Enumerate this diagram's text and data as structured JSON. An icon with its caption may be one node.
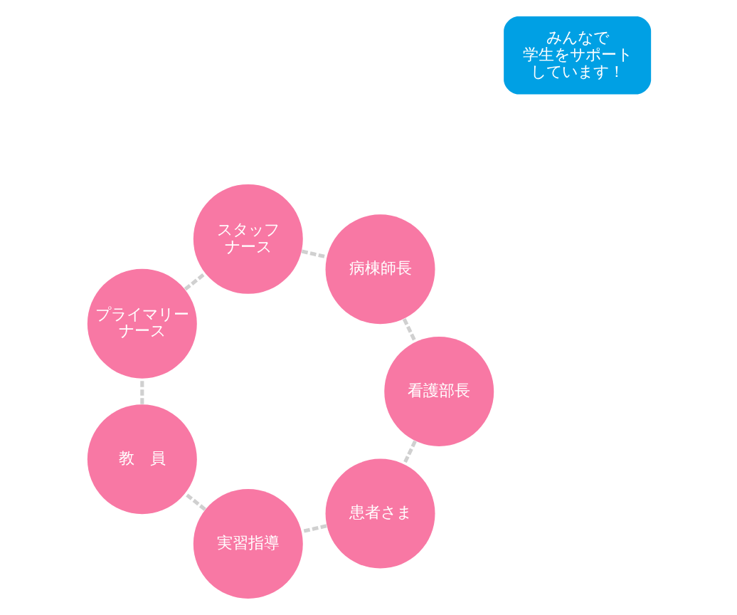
{
  "diagram": {
    "nodes": [
      {
        "text": [
          "みんなで学生をサポートしています！"
        ]
      },
      {
        "text": [
          "患者さま"
        ]
      },
      {
        "text": [
          "実習指導"
        ]
      },
      {
        "text": [
          "教　員"
        ]
      },
      {
        "text": [
          "プライマリーナース"
        ]
      },
      {
        "text": [
          "スタッフナース"
        ]
      },
      {
        "text": [
          "病棟師長"
        ]
      },
      {
        "text": [
          "看護部長"
        ]
      }
    ],
    "edges": [
      {
        "from": 1,
        "to": 2,
        "arrow": "none",
        "style": "dashed"
      },
      {
        "from": 2,
        "to": 3,
        "arrow": "none",
        "style": "dashed"
      },
      {
        "from": 3,
        "to": 4,
        "arrow": "none",
        "style": "dashed"
      },
      {
        "from": 4,
        "to": 5,
        "arrow": "none",
        "style": "dashed"
      },
      {
        "from": 5,
        "to": 6,
        "arrow": "none",
        "style": "dashed"
      },
      {
        "from": 6,
        "to": 7,
        "arrow": "none",
        "style": "dashed"
      },
      {
        "from": 7,
        "to": 1,
        "arrow": "none",
        "style": "dashed"
      }
    ]
  }
}
